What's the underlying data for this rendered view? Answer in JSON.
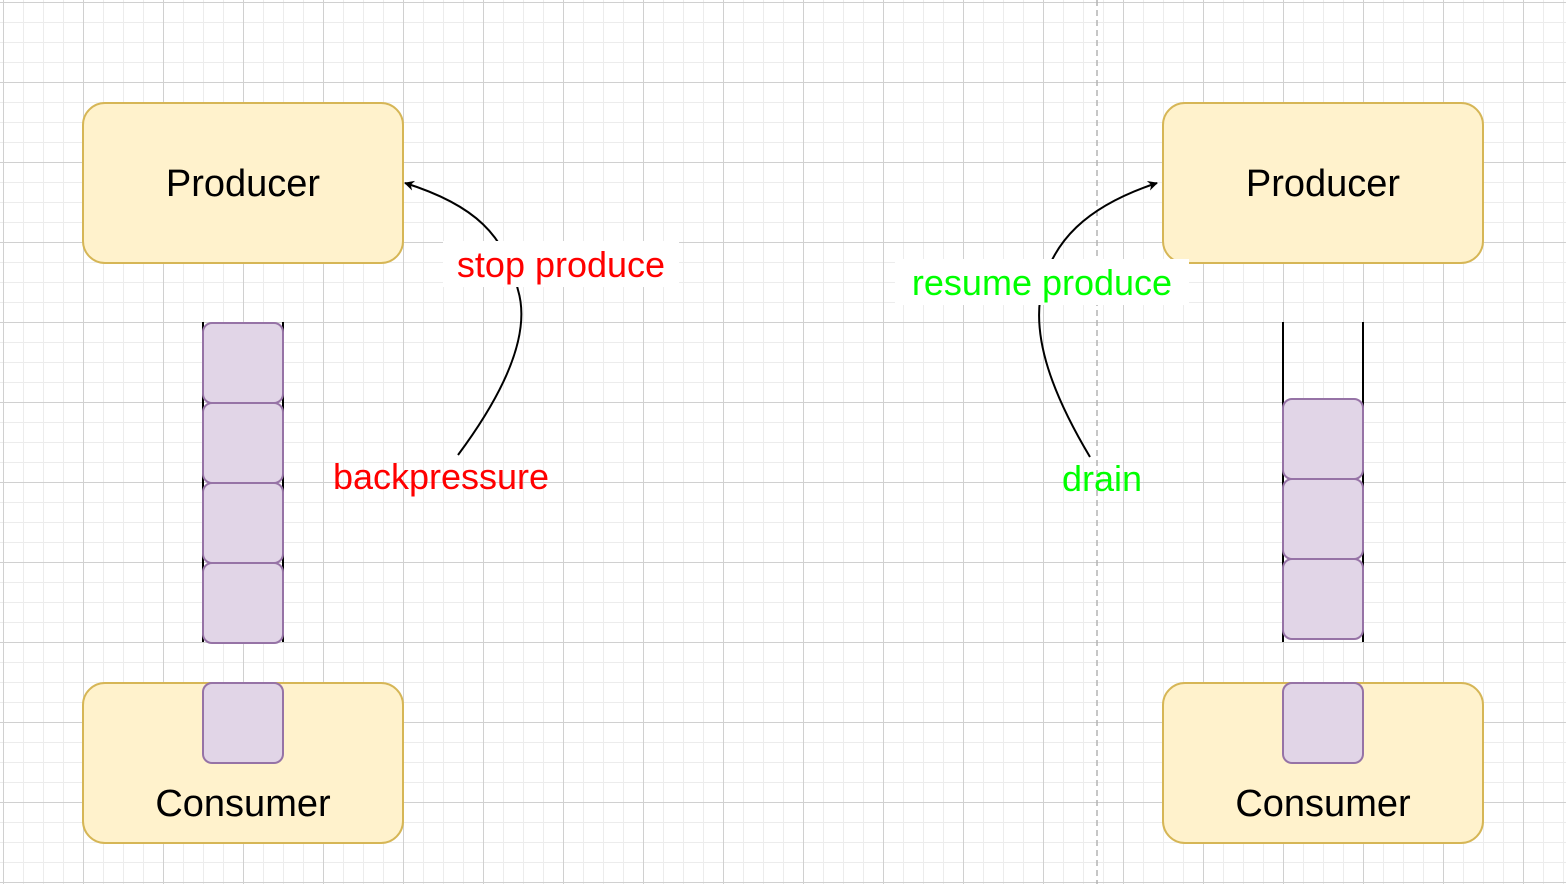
{
  "colors": {
    "node_fill": "#fff2cc",
    "node_stroke": "#d6b656",
    "item_fill": "#e1d5e7",
    "item_stroke": "#9673a6",
    "pipe_stroke": "#000000",
    "arrow_stroke": "#000000",
    "divider_stroke": "#b3b3b3",
    "backpressure_text": "#ff0000",
    "drain_text": "#00ff00"
  },
  "left_panel": {
    "producer_label": "Producer",
    "consumer_label": "Consumer",
    "queue_items": 4,
    "consumer_items": 1,
    "trigger_label": "backpressure",
    "action_label": "stop produce"
  },
  "right_panel": {
    "producer_label": "Producer",
    "consumer_label": "Consumer",
    "queue_items": 3,
    "consumer_items": 1,
    "trigger_label": "drain",
    "action_label": "resume produce"
  }
}
